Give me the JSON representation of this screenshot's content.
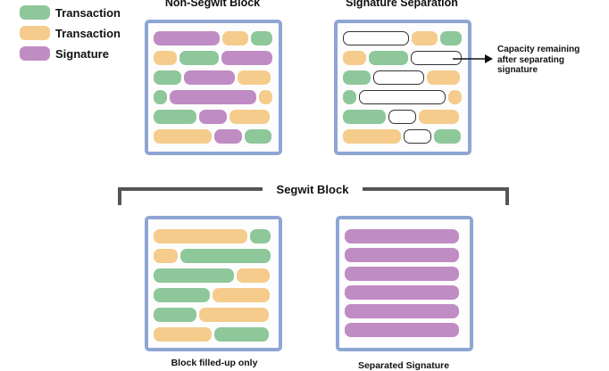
{
  "legend": [
    {
      "label": "Transaction",
      "kind": "tx-green",
      "color": "#8ec79a"
    },
    {
      "label": "Transaction",
      "kind": "tx-orange",
      "color": "#f5cc8c"
    },
    {
      "label": "Signature",
      "kind": "sig",
      "color": "#c08cc4"
    }
  ],
  "panels": {
    "non_segwit": {
      "title": "Non-Segwit Block",
      "rows": [
        [
          {
            "kind": "sig",
            "w": 74
          },
          {
            "kind": "tx-orange",
            "w": 29
          },
          {
            "kind": "tx-green",
            "w": 24
          }
        ],
        [
          {
            "kind": "tx-orange",
            "w": 26
          },
          {
            "kind": "tx-green",
            "w": 44
          },
          {
            "kind": "sig",
            "w": 57
          }
        ],
        [
          {
            "kind": "tx-green",
            "w": 31
          },
          {
            "kind": "sig",
            "w": 57
          },
          {
            "kind": "tx-orange",
            "w": 37
          }
        ],
        [
          {
            "kind": "tx-green",
            "w": 15
          },
          {
            "kind": "sig",
            "w": 97
          },
          {
            "kind": "tx-orange",
            "w": 15
          }
        ],
        [
          {
            "kind": "tx-green",
            "w": 48
          },
          {
            "kind": "sig",
            "w": 31
          },
          {
            "kind": "tx-orange",
            "w": 45
          }
        ],
        [
          {
            "kind": "tx-orange",
            "w": 65
          },
          {
            "kind": "sig",
            "w": 31
          },
          {
            "kind": "tx-green",
            "w": 30
          }
        ]
      ]
    },
    "signature_separation": {
      "title": "Signature Separation",
      "rows": [
        [
          {
            "kind": "empty",
            "w": 74
          },
          {
            "kind": "tx-orange",
            "w": 29
          },
          {
            "kind": "tx-green",
            "w": 24
          }
        ],
        [
          {
            "kind": "tx-orange",
            "w": 26
          },
          {
            "kind": "tx-green",
            "w": 44
          },
          {
            "kind": "empty",
            "w": 57
          }
        ],
        [
          {
            "kind": "tx-green",
            "w": 31
          },
          {
            "kind": "empty",
            "w": 57
          },
          {
            "kind": "tx-orange",
            "w": 37
          }
        ],
        [
          {
            "kind": "tx-green",
            "w": 15
          },
          {
            "kind": "empty",
            "w": 97
          },
          {
            "kind": "tx-orange",
            "w": 15
          }
        ],
        [
          {
            "kind": "tx-green",
            "w": 48
          },
          {
            "kind": "empty",
            "w": 31
          },
          {
            "kind": "tx-orange",
            "w": 45
          }
        ],
        [
          {
            "kind": "tx-orange",
            "w": 65
          },
          {
            "kind": "empty",
            "w": 31
          },
          {
            "kind": "tx-green",
            "w": 30
          }
        ]
      ],
      "annotation": [
        "Capacity remaining",
        "after separating",
        "signature"
      ]
    },
    "segwit_group_title": "Segwit Block",
    "block_filled": {
      "caption": "Block filled-up only",
      "rows": [
        [
          {
            "kind": "tx-orange",
            "w": 105
          },
          {
            "kind": "tx-green",
            "w": 23
          }
        ],
        [
          {
            "kind": "tx-orange",
            "w": 27
          },
          {
            "kind": "tx-green",
            "w": 101
          }
        ],
        [
          {
            "kind": "tx-green",
            "w": 90
          },
          {
            "kind": "tx-orange",
            "w": 37
          }
        ],
        [
          {
            "kind": "tx-green",
            "w": 63
          },
          {
            "kind": "tx-orange",
            "w": 64
          }
        ],
        [
          {
            "kind": "tx-green",
            "w": 48
          },
          {
            "kind": "tx-orange",
            "w": 78
          }
        ],
        [
          {
            "kind": "tx-orange",
            "w": 65
          },
          {
            "kind": "tx-green",
            "w": 61
          }
        ]
      ]
    },
    "separated_signature": {
      "caption": "Separated Signature",
      "rows": [
        [
          {
            "kind": "sig",
            "w": 128
          }
        ],
        [
          {
            "kind": "sig",
            "w": 128
          }
        ],
        [
          {
            "kind": "sig",
            "w": 128
          }
        ],
        [
          {
            "kind": "sig",
            "w": 128
          }
        ],
        [
          {
            "kind": "sig",
            "w": 128
          }
        ],
        [
          {
            "kind": "sig",
            "w": 128
          }
        ]
      ]
    }
  }
}
